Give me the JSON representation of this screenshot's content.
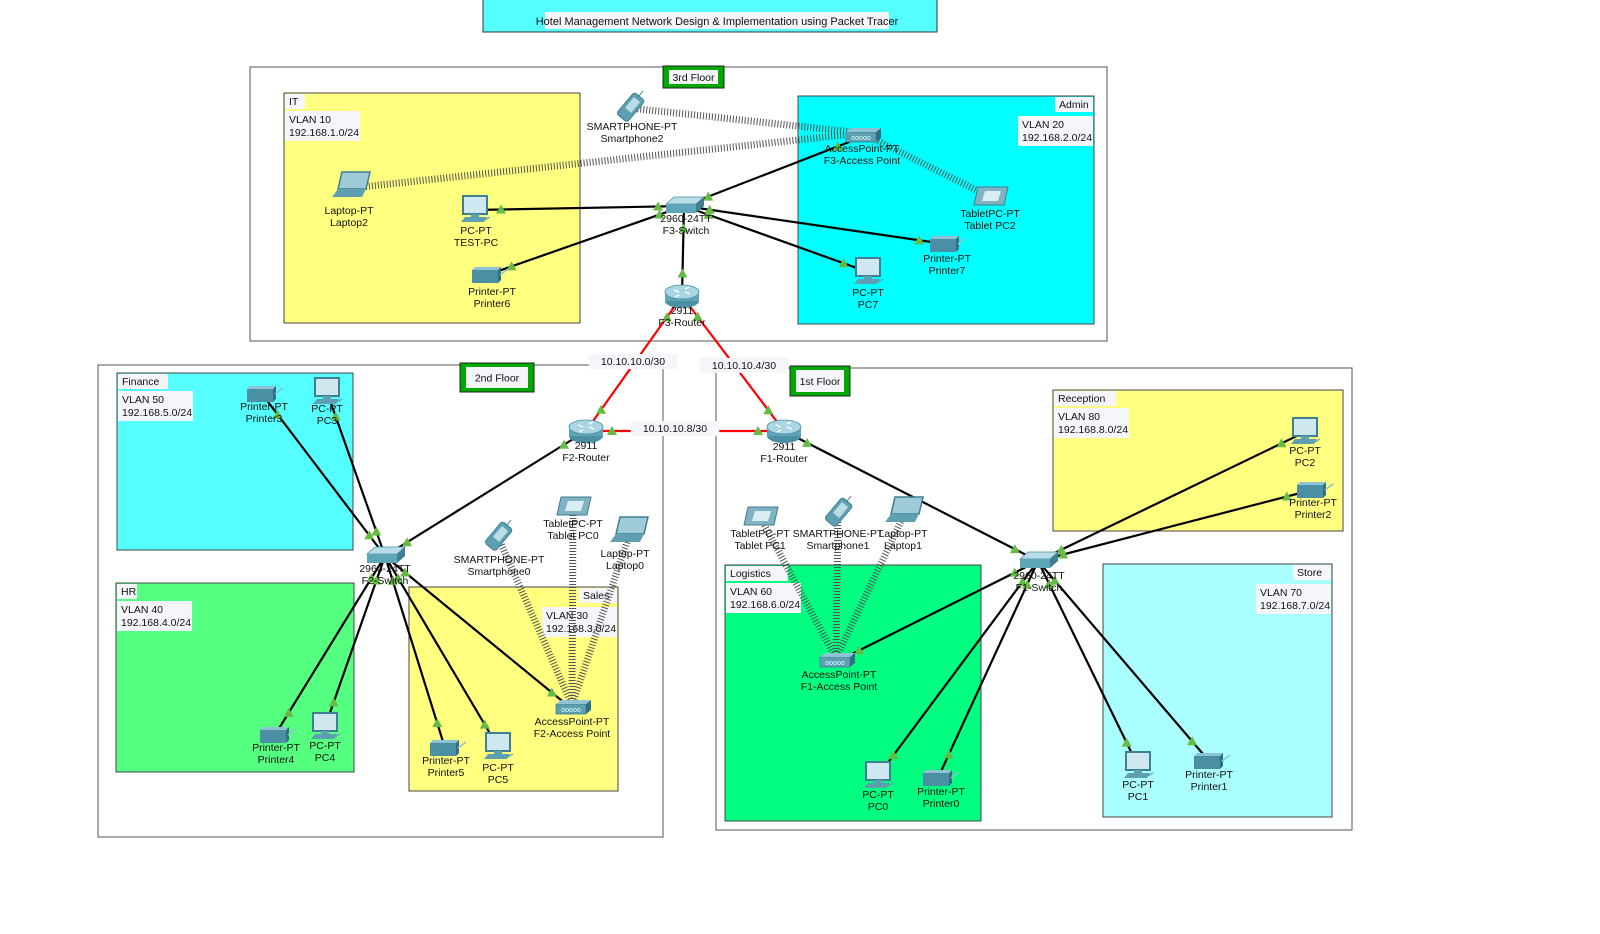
{
  "title": "Hotel Management Network Design & Implementation using Packet Tracer",
  "colors": {
    "title_bg": "#55ffff",
    "floor_tag_bg": "#00aa00",
    "yellow_zone": "#ffff80",
    "cyan_zone": "#00ffff",
    "light_cyan_zone": "#55ffff",
    "green_zone": "#55ff80",
    "bright_green_zone": "#00ff80",
    "pale_cyan_zone": "#aaffff",
    "wan_link": "#ff0000",
    "lan_link": "#000000",
    "link_up_marker": "#66bb44"
  },
  "floors": [
    {
      "id": "f3",
      "label": "3rd Floor"
    },
    {
      "id": "f2",
      "label": "2nd Floor"
    },
    {
      "id": "f1",
      "label": "1st Floor"
    }
  ],
  "zones": [
    {
      "id": "it",
      "name": "IT",
      "vlan": "VLAN 10",
      "subnet": "192.168.1.0/24",
      "color": "yellow_zone"
    },
    {
      "id": "admin",
      "name": "Admin",
      "vlan": "VLAN 20",
      "subnet": "192.168.2.0/24",
      "color": "cyan_zone"
    },
    {
      "id": "finance",
      "name": "Finance",
      "vlan": "VLAN 50",
      "subnet": "192.168.5.0/24",
      "color": "light_cyan_zone"
    },
    {
      "id": "hr",
      "name": "HR",
      "vlan": "VLAN 40",
      "subnet": "192.168.4.0/24",
      "color": "green_zone"
    },
    {
      "id": "sales",
      "name": "Sales",
      "vlan": "VLAN 30",
      "subnet": "192.168.3.0/24",
      "color": "yellow_zone"
    },
    {
      "id": "reception",
      "name": "Reception",
      "vlan": "VLAN 80",
      "subnet": "192.168.8.0/24",
      "color": "yellow_zone"
    },
    {
      "id": "logistics",
      "name": "Logistics",
      "vlan": "VLAN 60",
      "subnet": "192.168.6.0/24",
      "color": "bright_green_zone"
    },
    {
      "id": "store",
      "name": "Store",
      "vlan": "VLAN 70",
      "subnet": "192.168.7.0/24",
      "color": "pale_cyan_zone"
    }
  ],
  "wan_subnets": [
    "10.10.10.0/30",
    "10.10.10.4/30",
    "10.10.10.8/30"
  ],
  "devices": [
    {
      "id": "f3r",
      "type": "router",
      "model": "2911",
      "name": "F3-Router"
    },
    {
      "id": "f3s",
      "type": "switch",
      "model": "2960-24TT",
      "name": "F3-Switch"
    },
    {
      "id": "f3ap",
      "type": "ap",
      "model": "AccessPoint-PT",
      "name": "F3-Access Point"
    },
    {
      "id": "sp2",
      "type": "phone",
      "model": "SMARTPHONE-PT",
      "name": "Smartphone2"
    },
    {
      "id": "lap2",
      "type": "laptop",
      "model": "Laptop-PT",
      "name": "Laptop2"
    },
    {
      "id": "testpc",
      "type": "pc",
      "model": "PC-PT",
      "name": "TEST-PC"
    },
    {
      "id": "pr6",
      "type": "printer",
      "model": "Printer-PT",
      "name": "Printer6"
    },
    {
      "id": "tab2",
      "type": "tablet",
      "model": "TabletPC-PT",
      "name": "Tablet PC2"
    },
    {
      "id": "pr7",
      "type": "printer",
      "model": "Printer-PT",
      "name": "Printer7"
    },
    {
      "id": "pc7",
      "type": "pc",
      "model": "PC-PT",
      "name": "PC7"
    },
    {
      "id": "f2r",
      "type": "router",
      "model": "2911",
      "name": "F2-Router"
    },
    {
      "id": "f2s",
      "type": "switch",
      "model": "2960-24TT",
      "name": "F2-Switch"
    },
    {
      "id": "f2ap",
      "type": "ap",
      "model": "AccessPoint-PT",
      "name": "F2-Access Point"
    },
    {
      "id": "pr3",
      "type": "printer",
      "model": "Printer-PT",
      "name": "Printer3"
    },
    {
      "id": "pc3",
      "type": "pc",
      "model": "PC-PT",
      "name": "PC3"
    },
    {
      "id": "pr4",
      "type": "printer",
      "model": "Printer-PT",
      "name": "Printer4"
    },
    {
      "id": "pc4",
      "type": "pc",
      "model": "PC-PT",
      "name": "PC4"
    },
    {
      "id": "pr5",
      "type": "printer",
      "model": "Printer-PT",
      "name": "Printer5"
    },
    {
      "id": "pc5",
      "type": "pc",
      "model": "PC-PT",
      "name": "PC5"
    },
    {
      "id": "sp0",
      "type": "phone",
      "model": "SMARTPHONE-PT",
      "name": "Smartphone0"
    },
    {
      "id": "tab0",
      "type": "tablet",
      "model": "TabletPC-PT",
      "name": "Tablet PC0"
    },
    {
      "id": "lap0",
      "type": "laptop",
      "model": "Laptop-PT",
      "name": "Laptop0"
    },
    {
      "id": "f1r",
      "type": "router",
      "model": "2911",
      "name": "F1-Router"
    },
    {
      "id": "f1s",
      "type": "switch",
      "model": "2960-24TT",
      "name": "F1-Switch"
    },
    {
      "id": "f1ap",
      "type": "ap",
      "model": "AccessPoint-PT",
      "name": "F1-Access Point"
    },
    {
      "id": "tab1",
      "type": "tablet",
      "model": "TabletPC-PT",
      "name": "Tablet PC1"
    },
    {
      "id": "sp1",
      "type": "phone",
      "model": "SMARTPHONE-PT",
      "name": "Smartphone1"
    },
    {
      "id": "lap1",
      "type": "laptop",
      "model": "Laptop-PT",
      "name": "Laptop1"
    },
    {
      "id": "pc2",
      "type": "pc",
      "model": "PC-PT",
      "name": "PC2"
    },
    {
      "id": "pr2",
      "type": "printer",
      "model": "Printer-PT",
      "name": "Printer2"
    },
    {
      "id": "pc0",
      "type": "pc",
      "model": "PC-PT",
      "name": "PC0"
    },
    {
      "id": "pr0",
      "type": "printer",
      "model": "Printer-PT",
      "name": "Printer0"
    },
    {
      "id": "pc1",
      "type": "pc",
      "model": "PC-PT",
      "name": "PC1"
    },
    {
      "id": "pr1",
      "type": "printer",
      "model": "Printer-PT",
      "name": "Printer1"
    }
  ],
  "links": [
    {
      "a": "f3r",
      "b": "f2r",
      "kind": "wan",
      "label": "10.10.10.0/30"
    },
    {
      "a": "f3r",
      "b": "f1r",
      "kind": "wan",
      "label": "10.10.10.4/30"
    },
    {
      "a": "f2r",
      "b": "f1r",
      "kind": "wan",
      "label": "10.10.10.8/30"
    },
    {
      "a": "f3r",
      "b": "f3s",
      "kind": "lan"
    },
    {
      "a": "f3s",
      "b": "testpc",
      "kind": "lan"
    },
    {
      "a": "f3s",
      "b": "pr6",
      "kind": "lan"
    },
    {
      "a": "f3s",
      "b": "f3ap",
      "kind": "lan"
    },
    {
      "a": "f3s",
      "b": "pr7",
      "kind": "lan"
    },
    {
      "a": "f3s",
      "b": "pc7",
      "kind": "lan"
    },
    {
      "a": "f3ap",
      "b": "sp2",
      "kind": "wireless"
    },
    {
      "a": "f3ap",
      "b": "lap2",
      "kind": "wireless"
    },
    {
      "a": "f3ap",
      "b": "tab2",
      "kind": "wireless"
    },
    {
      "a": "f2r",
      "b": "f2s",
      "kind": "lan"
    },
    {
      "a": "f2s",
      "b": "pr3",
      "kind": "lan"
    },
    {
      "a": "f2s",
      "b": "pc3",
      "kind": "lan"
    },
    {
      "a": "f2s",
      "b": "pr4",
      "kind": "lan"
    },
    {
      "a": "f2s",
      "b": "pc4",
      "kind": "lan"
    },
    {
      "a": "f2s",
      "b": "pr5",
      "kind": "lan"
    },
    {
      "a": "f2s",
      "b": "pc5",
      "kind": "lan"
    },
    {
      "a": "f2s",
      "b": "f2ap",
      "kind": "lan"
    },
    {
      "a": "f2ap",
      "b": "sp0",
      "kind": "wireless"
    },
    {
      "a": "f2ap",
      "b": "tab0",
      "kind": "wireless"
    },
    {
      "a": "f2ap",
      "b": "lap0",
      "kind": "wireless"
    },
    {
      "a": "f1r",
      "b": "f1s",
      "kind": "lan"
    },
    {
      "a": "f1s",
      "b": "pc2",
      "kind": "lan"
    },
    {
      "a": "f1s",
      "b": "pr2",
      "kind": "lan"
    },
    {
      "a": "f1s",
      "b": "f1ap",
      "kind": "lan"
    },
    {
      "a": "f1s",
      "b": "pc0",
      "kind": "lan"
    },
    {
      "a": "f1s",
      "b": "pr0",
      "kind": "lan"
    },
    {
      "a": "f1s",
      "b": "pc1",
      "kind": "lan"
    },
    {
      "a": "f1s",
      "b": "pr1",
      "kind": "lan"
    },
    {
      "a": "f1ap",
      "b": "tab1",
      "kind": "wireless"
    },
    {
      "a": "f1ap",
      "b": "sp1",
      "kind": "wireless"
    },
    {
      "a": "f1ap",
      "b": "lap1",
      "kind": "wireless"
    }
  ]
}
